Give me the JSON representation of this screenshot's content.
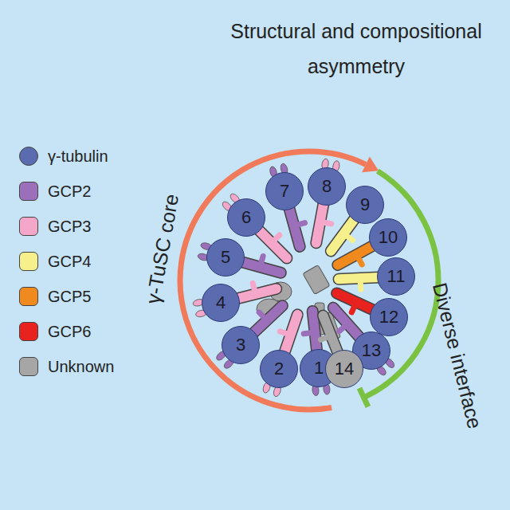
{
  "diagram": {
    "title": "Structural and compositional asymmetry",
    "nodes": [
      {
        "text": [
          "1"
        ]
      },
      {
        "text": [
          "2"
        ]
      },
      {
        "text": [
          "3"
        ]
      },
      {
        "text": [
          "4"
        ]
      },
      {
        "text": [
          "5"
        ]
      },
      {
        "text": [
          "6"
        ]
      },
      {
        "text": [
          "7"
        ]
      },
      {
        "text": [
          "8"
        ]
      },
      {
        "text": [
          "9"
        ]
      },
      {
        "text": [
          "10"
        ]
      },
      {
        "text": [
          "11"
        ]
      },
      {
        "text": [
          "12"
        ]
      },
      {
        "text": [
          "13"
        ]
      },
      {
        "text": [
          "14"
        ]
      }
    ],
    "labels": [
      "γ-TuSC core",
      "Diverse interface"
    ],
    "legend": [
      {
        "text": "γ-tubulin",
        "color": "#5a6bb0"
      },
      {
        "text": "GCP2",
        "color": "#9c6fba"
      },
      {
        "text": "GCP3",
        "color": "#f4a7c8"
      },
      {
        "text": "GCP4",
        "color": "#f6f08c"
      },
      {
        "text": "GCP5",
        "color": "#f08a1e"
      },
      {
        "text": "GCP6",
        "color": "#e8231f"
      },
      {
        "text": "Unknown",
        "color": "#a6a6a6"
      }
    ]
  }
}
